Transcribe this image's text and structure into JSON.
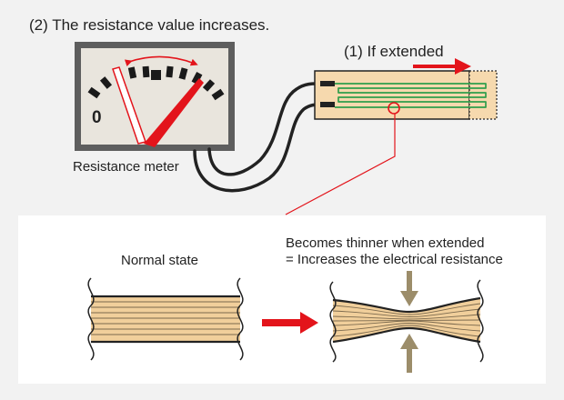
{
  "labels": {
    "step2": "(2) The resistance value increases.",
    "step1": "(1) If extended",
    "meter": "Resistance meter",
    "meter_zero": "0",
    "normal": "Normal state",
    "thinner_line1": "Becomes thinner when extended",
    "thinner_line2": "= Increases the electrical resistance"
  },
  "colors": {
    "background": "#f2f2f2",
    "panel": "#ffffff",
    "accent_red": "#e3141b",
    "strain_wire": "#2f9e4c",
    "gauge_fill": "#f6d9ae",
    "material_fill": "#f1cf9b",
    "compress_arrow": "#9c8d6a",
    "meter_face": "#e9e5dd",
    "meter_frame": "#5e5e5e"
  },
  "icons": {
    "extend_arrow": "right-arrow-icon",
    "compare_arrow": "right-arrow-icon",
    "compress_top": "down-arrow-icon",
    "compress_bottom": "up-arrow-icon",
    "needle_swing": "double-arrow-icon",
    "magnify": "circle-icon"
  }
}
